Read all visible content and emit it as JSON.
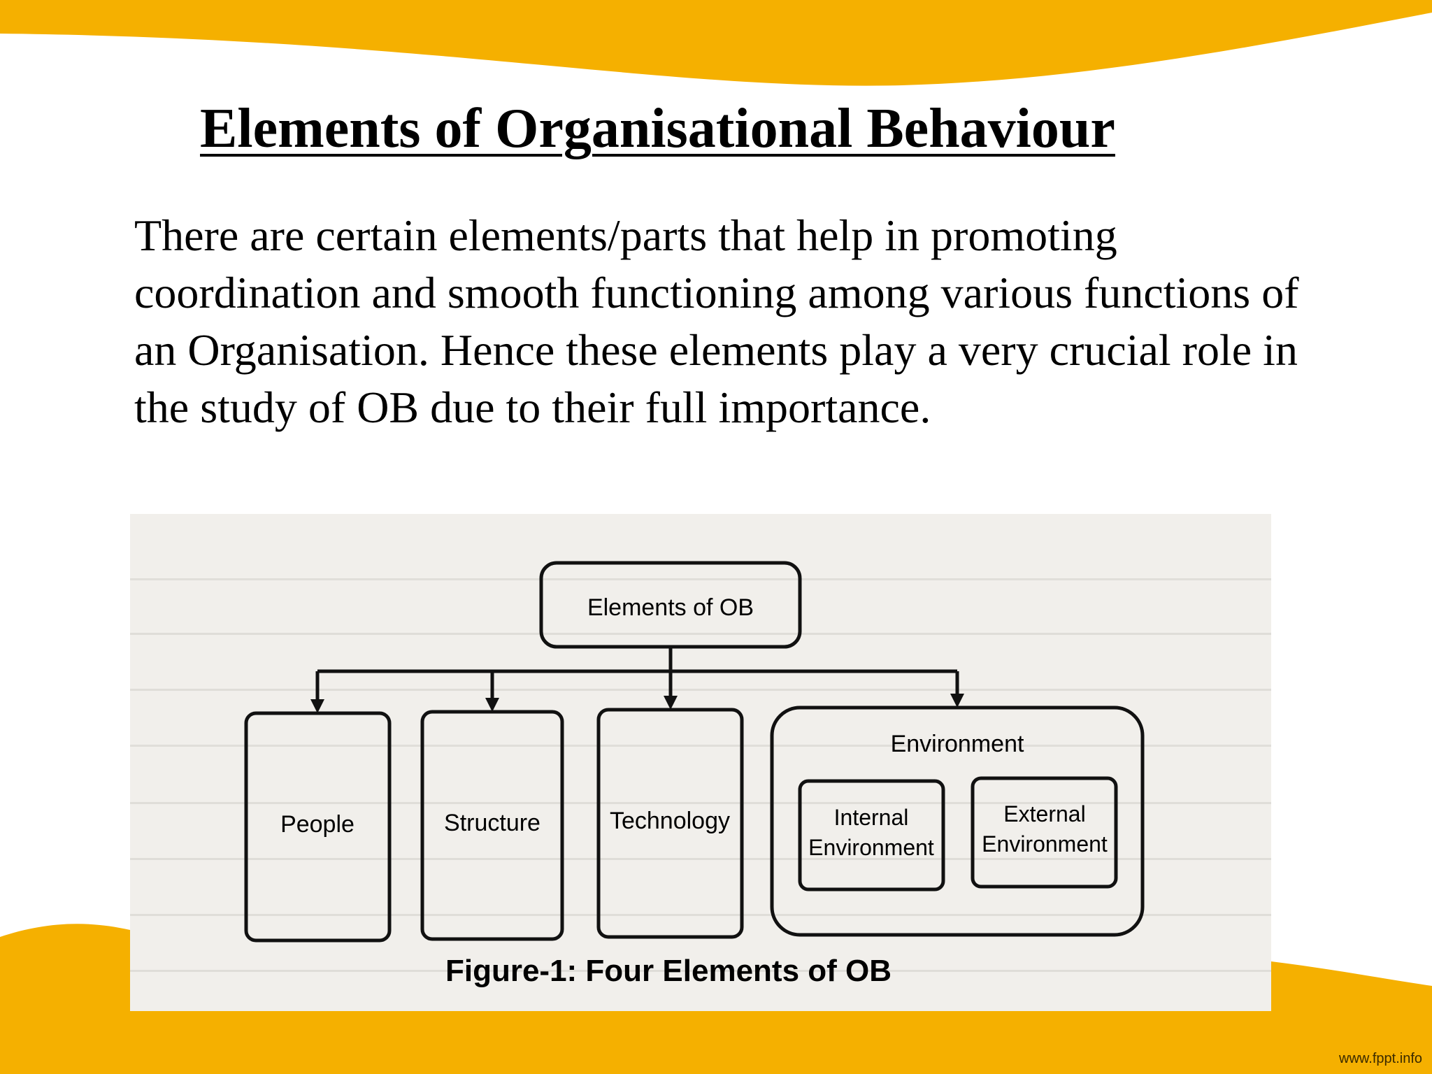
{
  "slide": {
    "title": "Elements of Organisational Behaviour",
    "intro": "There are certain elements/parts that help in promoting coordination and smooth functioning among various functions of an Organisation. Hence these elements play a very crucial role in the study of OB due to their full importance.",
    "footer_url": "www.fppt.info"
  },
  "theme": {
    "accent": "#f5b000",
    "text": "#000000",
    "figure_background": "#f1efeb"
  },
  "figure": {
    "root": "Elements of OB",
    "elements": [
      "People",
      "Structure",
      "Technology"
    ],
    "environment": {
      "label": "Environment",
      "internal": [
        "Internal",
        "Environment"
      ],
      "external": [
        "External",
        "Environment"
      ]
    },
    "caption": "Figure-1: Four Elements of OB"
  }
}
